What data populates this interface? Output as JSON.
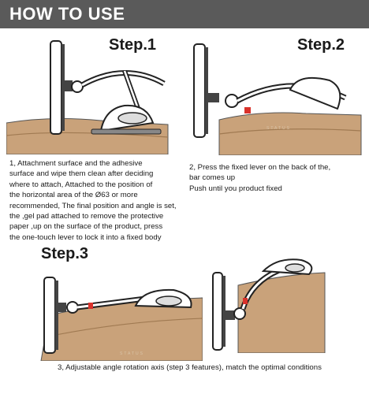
{
  "header": {
    "title": "HOW TO USE"
  },
  "steps": [
    {
      "label": "Step.1",
      "lines": [
        "1, Attachment surface and the adhesive",
        "surface and wipe them clean after deciding",
        "where to attach, Attached to the position of",
        "the horizontal area of the Ø63 or more",
        "recommended, The final position and angle is set,",
        "the ,gel pad attached to remove the protective",
        "paper ,up on the surface of the product, press",
        "the one-touch lever to lock it into a fixed body"
      ]
    },
    {
      "label": "Step.2",
      "lines": [
        "2, Press the fixed lever on the back of the,",
        "bar comes up",
        "Push until you product fixed"
      ]
    },
    {
      "label": "Step.3",
      "lines": [
        "3, Adjustable angle rotation axis (step 3 features), match the optimal conditions"
      ]
    }
  ],
  "brand": {
    "watermark": "STATUS"
  },
  "colors": {
    "header_bg": "#5a5a5a",
    "wood": "#c9a27a",
    "wood_dark": "#a07a52",
    "accent_red": "#d9322b"
  }
}
